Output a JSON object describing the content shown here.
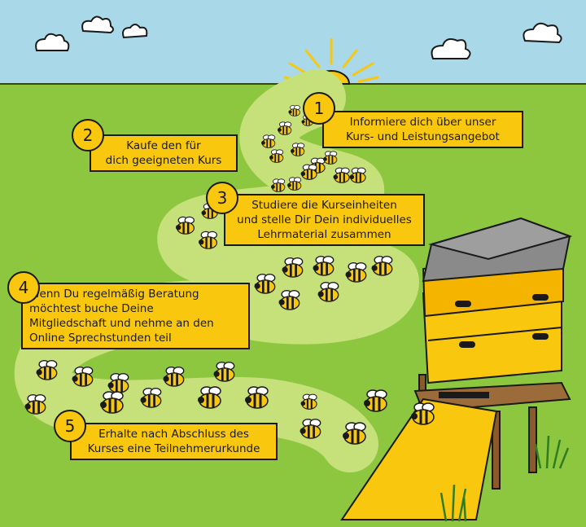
{
  "steps": [
    {
      "number": "1",
      "text": "Informiere dich über unser\nKurs- und Leistungsangebot"
    },
    {
      "number": "2",
      "text": "Kaufe den für\ndich geeigneten Kurs"
    },
    {
      "number": "3",
      "text": "Studiere die Kurseinheiten\nund stelle Dir Dein individuelles\nLehrmaterial zusammen"
    },
    {
      "number": "4",
      "text": "Wenn Du regelmäßig Beratung\nmöchtest buche Deine\nMitgliedschaft und nehme an den\nOnline Sprechstunden teil"
    },
    {
      "number": "5",
      "text": "Erhalte nach Abschluss des\nKurses eine Teilnehmerurkunde"
    }
  ],
  "colors": {
    "sky": "#a9d8e8",
    "grass": "#8dc63f",
    "path": "#c6e07a",
    "honey": "#f9c80e",
    "roof": "#8a8a8a",
    "ink": "#1a1a1a"
  }
}
